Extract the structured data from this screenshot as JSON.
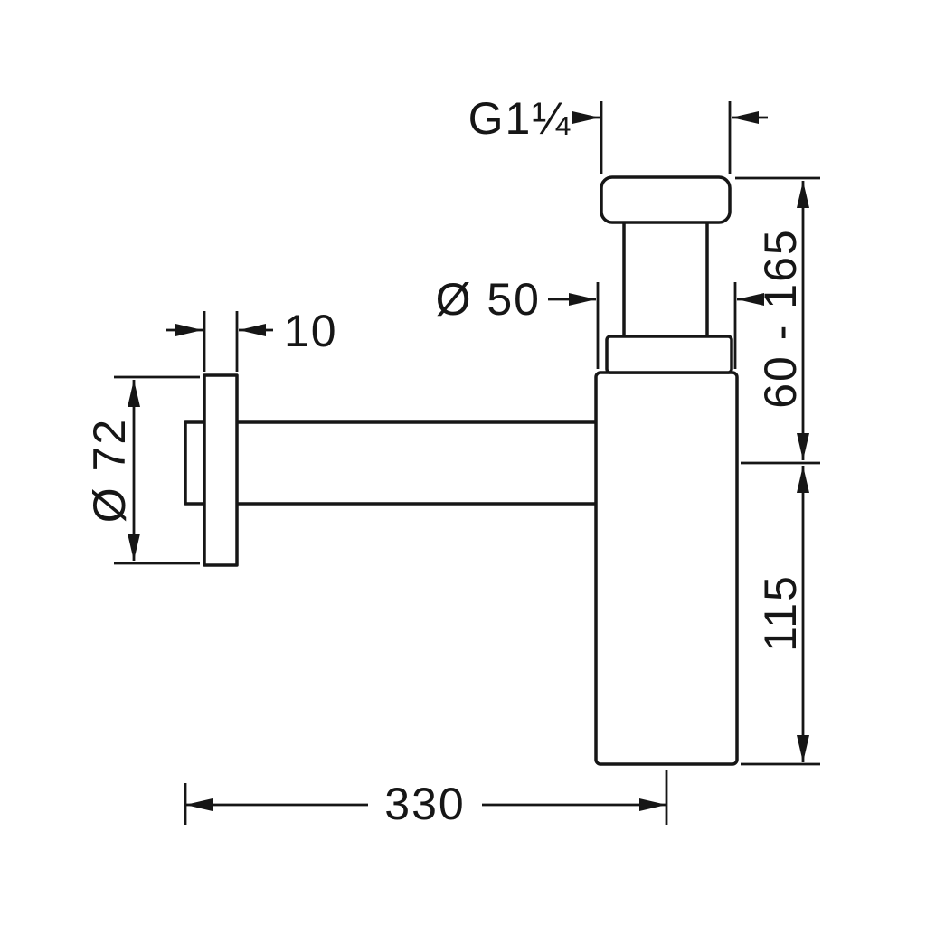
{
  "diagram": {
    "background": "#ffffff",
    "line_color": "#161616",
    "labels": {
      "thread": "G1¼",
      "body_diameter": "Ø 50",
      "height_range": "60 - 165",
      "body_height": "115",
      "flange_diameter": "Ø 72",
      "flange_thickness": "10",
      "projection": "330"
    }
  }
}
